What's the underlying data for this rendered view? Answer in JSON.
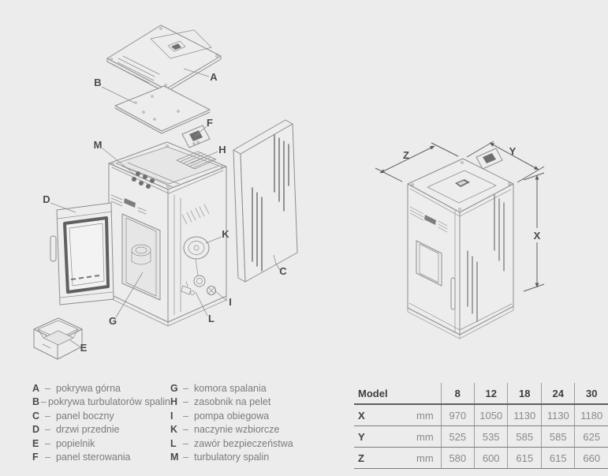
{
  "page": {
    "background": "#ececec"
  },
  "colors": {
    "line": "#8d8d8d",
    "dimension_line": "#5f5f5f",
    "label_text": "#4a4a4a",
    "legend_text": "#7b7b7b",
    "table_value_text": "#8a8a8a",
    "table_header_text": "#3f3f3f"
  },
  "exploded_view": {
    "labels": {
      "A": "A",
      "B": "B",
      "C": "C",
      "D": "D",
      "E": "E",
      "F": "F",
      "G": "G",
      "H": "H",
      "I": "I",
      "K": "K",
      "L": "L",
      "M": "M"
    }
  },
  "dimension_view": {
    "labels": {
      "X": "X",
      "Y": "Y",
      "Z": "Z"
    }
  },
  "legend": {
    "separator": "–",
    "columns": [
      {
        "items": [
          {
            "letter": "A",
            "name": "pokrywa górna"
          },
          {
            "letter": "B",
            "name": "pokrywa turbulatorów spalin"
          },
          {
            "letter": "C",
            "name": "panel boczny"
          },
          {
            "letter": "D",
            "name": "drzwi przednie"
          },
          {
            "letter": "E",
            "name": "popielnik"
          },
          {
            "letter": "F",
            "name": "panel sterowania"
          }
        ]
      },
      {
        "items": [
          {
            "letter": "G",
            "name": "komora spalania"
          },
          {
            "letter": "H",
            "name": "zasobnik na pelet"
          },
          {
            "letter": "I",
            "name": "pompa obiegowa"
          },
          {
            "letter": "K",
            "name": "naczynie wzbiorcze"
          },
          {
            "letter": "L",
            "name": "zawór bezpieczeństwa"
          },
          {
            "letter": "M",
            "name": "turbulatory spalin"
          }
        ]
      }
    ]
  },
  "table": {
    "header": {
      "label": "Model",
      "models": [
        "8",
        "12",
        "18",
        "24",
        "30"
      ]
    },
    "rows": [
      {
        "dim": "X",
        "unit": "mm",
        "values": [
          "970",
          "1050",
          "1130",
          "1130",
          "1180"
        ]
      },
      {
        "dim": "Y",
        "unit": "mm",
        "values": [
          "525",
          "535",
          "585",
          "585",
          "625"
        ]
      },
      {
        "dim": "Z",
        "unit": "mm",
        "values": [
          "580",
          "600",
          "615",
          "615",
          "660"
        ]
      }
    ]
  }
}
